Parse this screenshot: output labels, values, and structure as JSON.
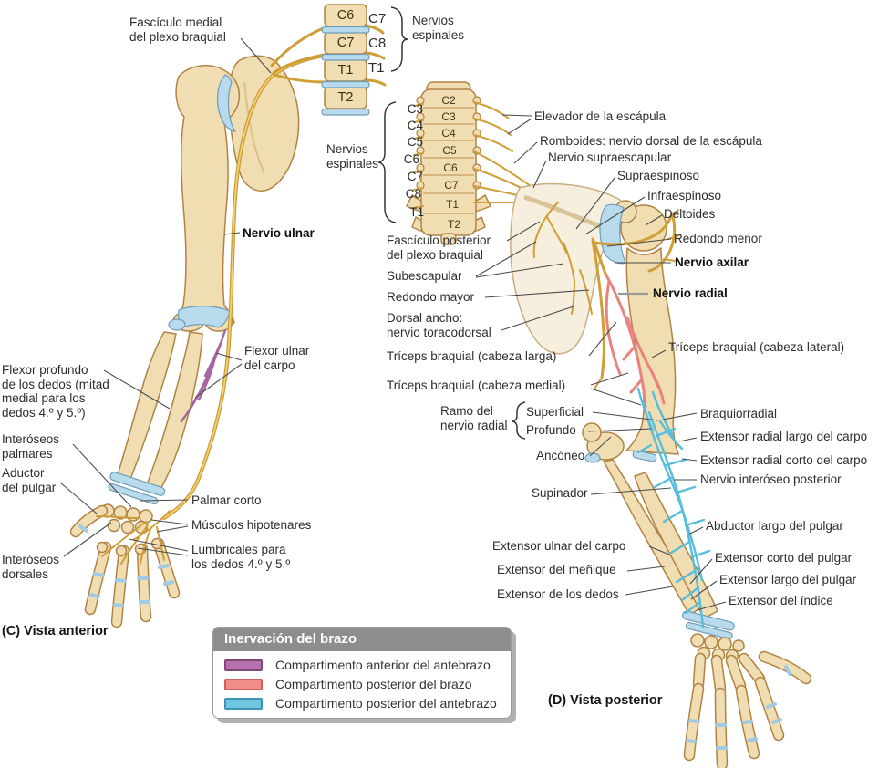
{
  "colors": {
    "bone": "#f1ddb2",
    "bone_outline": "#b08344",
    "joint_blue": "#b7daec",
    "nerve_yellow": "#cc9a32",
    "nerve_purple": "#a366a1",
    "nerve_red": "#e9837d",
    "nerve_blue": "#56bedc"
  },
  "spine_top": {
    "vertebrae": [
      "C6",
      "C7",
      "T1",
      "T2"
    ],
    "roots": [
      "C7",
      "C8",
      "T1"
    ],
    "bracket_label": "Nervios\nespinales"
  },
  "spine_posterior": {
    "vertebrae": [
      "C2",
      "C3",
      "C4",
      "C5",
      "C6",
      "C7",
      "T1",
      "T2"
    ],
    "roots": [
      "C3",
      "C4",
      "C5",
      "C6",
      "C7",
      "C8",
      "T1"
    ],
    "bracket_label": "Nervios\nespinales"
  },
  "anterior": {
    "caption": "(C) Vista anterior",
    "labels": {
      "fasciculo_medial": "Fascículo medial\ndel plexo braquial",
      "nervio_ulnar": "Nervio ulnar",
      "flexor_ulnar": "Flexor ulnar\ndel carpo",
      "flexor_profundo": "Flexor profundo\nde los dedos (mitad\nmedial para los\ndedos 4.º y 5.º)",
      "interoseos_palmares": "Interóseos\npalmares",
      "aductor_pulgar": "Aductor\ndel pulgar",
      "interoseos_dorsales": "Interóseos\ndorsales",
      "palmar_corto": "Palmar corto",
      "musculos_hipotenares": "Músculos hipotenares",
      "lumbricales": "Lumbricales para\nlos dedos 4.º y 5.º"
    }
  },
  "posterior": {
    "caption": "(D) Vista posterior",
    "labels": {
      "elevador_escapula": "Elevador de la escápula",
      "romboides": "Romboides: nervio dorsal de la escápula",
      "nervio_supraescapular": "Nervio supraescapular",
      "supraespinoso": "Supraespinoso",
      "infraespinoso": "Infraespinoso",
      "deltoides": "Deltoides",
      "redondo_menor": "Redondo menor",
      "nervio_axilar": "Nervio axilar",
      "nervio_radial": "Nervio radial",
      "triceps_lateral": "Tríceps braquial (cabeza lateral)",
      "fasciculo_posterior": "Fascículo posterior\ndel plexo braquial",
      "subescapular": "Subescapular",
      "redondo_mayor": "Redondo mayor",
      "dorsal_ancho": "Dorsal ancho:\nnervio toracodorsal",
      "triceps_larga": "Tríceps braquial (cabeza larga)",
      "triceps_medial": "Tríceps braquial (cabeza medial)",
      "ramo_nervio_radial": "Ramo del\nnervio radial",
      "ramo_superficial": "Superficial",
      "ramo_profundo": "Profundo",
      "anconeo": "Ancóneo",
      "supinador": "Supinador",
      "braquiorradial": "Braquiorradial",
      "ext_radial_largo": "Extensor radial largo del carpo",
      "ext_radial_corto": "Extensor radial corto del carpo",
      "nervio_interoseo": "Nervio interóseo posterior",
      "abductor_largo": "Abductor largo del pulgar",
      "ext_corto_pulgar": "Extensor corto del pulgar",
      "ext_largo_pulgar": "Extensor largo del pulgar",
      "ext_indice": "Extensor del índice",
      "ext_ulnar_carpo": "Extensor ulnar del carpo",
      "ext_menique": "Extensor del meñique",
      "ext_dedos": "Extensor de los dedos"
    }
  },
  "legend": {
    "title": "Inervación del brazo",
    "items": [
      {
        "label": "Compartimento anterior del antebrazo",
        "color": "#b671ae",
        "border": "#7e4a7a"
      },
      {
        "label": "Compartimento posterior del brazo",
        "color": "#ef8e88",
        "border": "#cf625e"
      },
      {
        "label": "Compartimento posterior del antebrazo",
        "color": "#6fc7e0",
        "border": "#3e93b0"
      }
    ]
  }
}
